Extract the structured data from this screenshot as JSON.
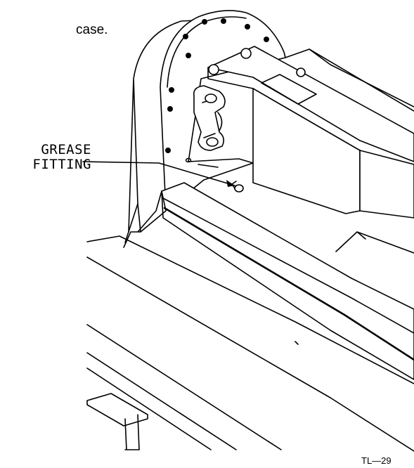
{
  "intro_fragment": "case.",
  "callout": {
    "line1": "GREASE",
    "line2": "FITTING"
  },
  "figure_id": "TL—29"
}
